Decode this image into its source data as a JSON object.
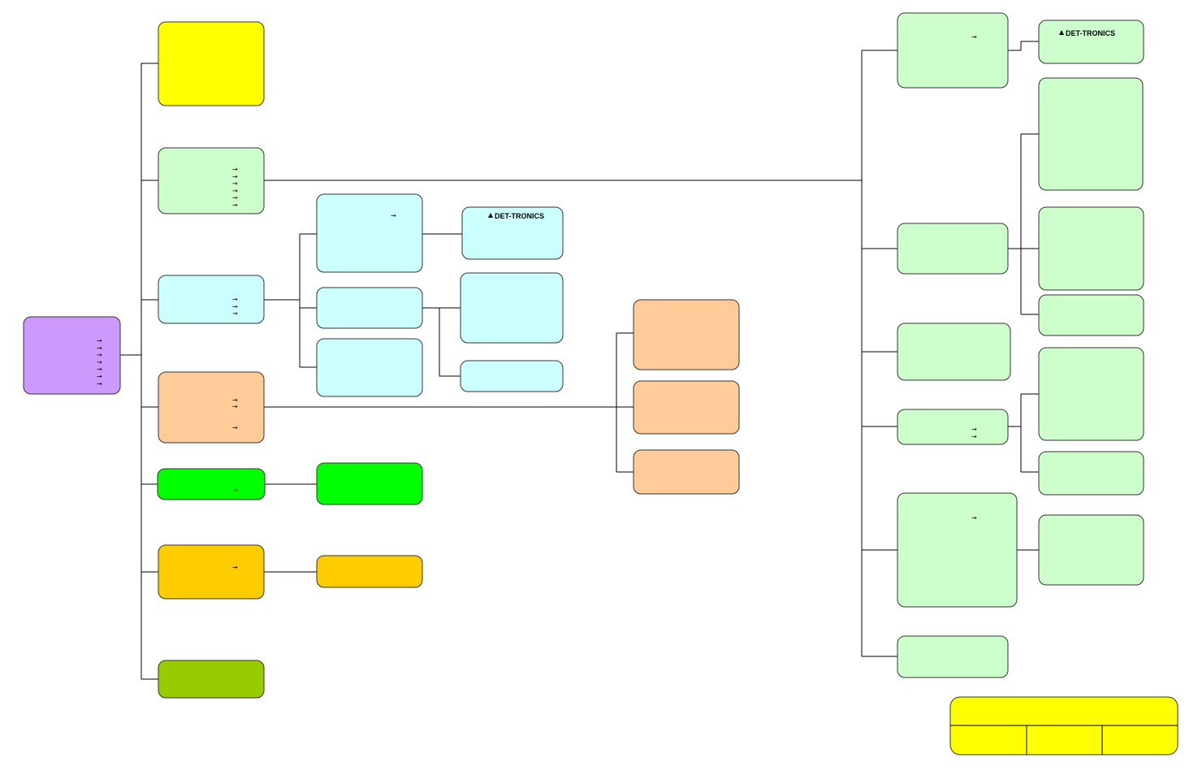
{
  "colors": {
    "purple": "#cc99ff",
    "yellow": "#ffff00",
    "light_green": "#ccffcc",
    "light_cyan": "#ccffff",
    "peach": "#ffcc99",
    "bright_green": "#00ff00",
    "gold": "#ffcc00",
    "olive": "#99cc00"
  },
  "logo": {
    "text": "DET-TRONICS",
    "icon": "warning-triangle-icon"
  },
  "arrow_glyph": "→",
  "nodes": {
    "root": {
      "color": "purple",
      "arrows": 7
    },
    "main_1": {
      "color": "yellow",
      "arrows": 0
    },
    "main_2": {
      "color": "light_green",
      "arrows": 6
    },
    "main_3": {
      "color": "light_cyan",
      "arrows": 3
    },
    "main_4": {
      "color": "peach",
      "arrows": 3
    },
    "main_5": {
      "color": "bright_green",
      "arrows": 1
    },
    "main_6": {
      "color": "gold",
      "arrows": 1
    },
    "main_7": {
      "color": "olive",
      "arrows": 0
    }
  },
  "legend": {
    "color": "yellow",
    "columns": 3
  }
}
